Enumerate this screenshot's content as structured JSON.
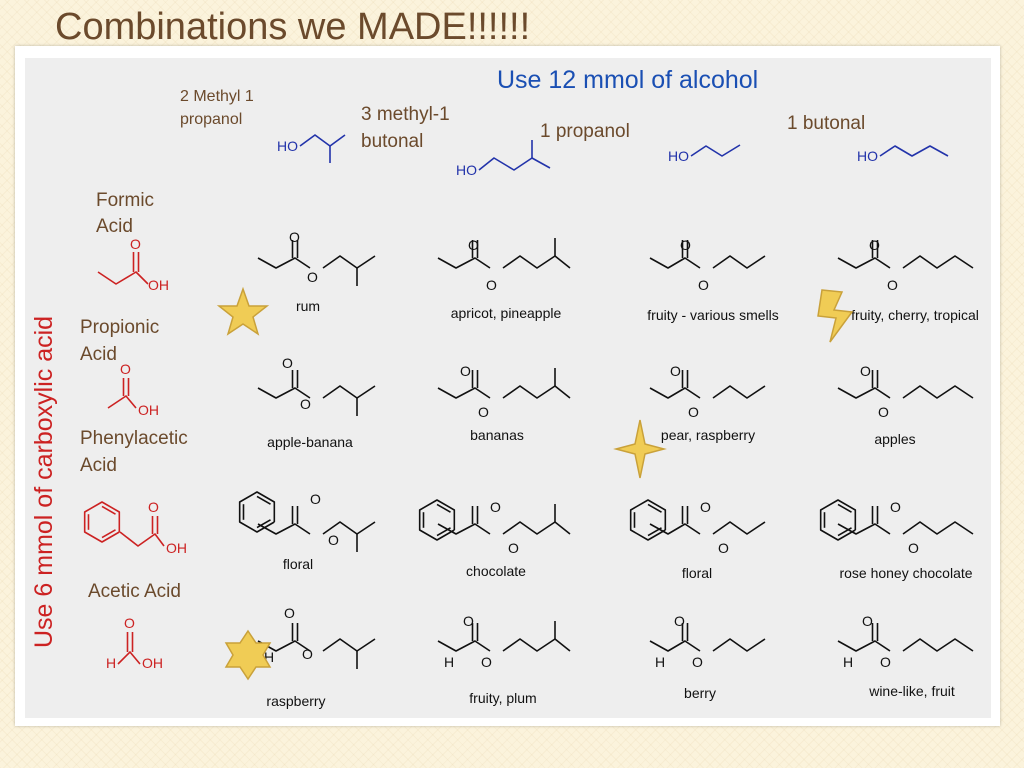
{
  "slide_title": "Combinations we MADE!!!!!!",
  "header": {
    "alcohol_note": "Use 12 mmol of alcohol",
    "acid_note": "Use 6 mmol of carboxylic acid"
  },
  "alcohols": [
    {
      "line1": "2 Methyl 1",
      "line2": "propanol"
    },
    {
      "line1": "3 methyl-1",
      "line2": "butonal"
    },
    {
      "line1": "1 propanol",
      "line2": ""
    },
    {
      "line1": "1 butonal",
      "line2": ""
    }
  ],
  "acids": [
    {
      "line1": "Formic",
      "line2": "Acid"
    },
    {
      "line1": "Propionic",
      "line2": "Acid"
    },
    {
      "line1": "Phenylacetic",
      "line2": "Acid"
    },
    {
      "line1": "Acetic Acid",
      "line2": ""
    }
  ],
  "atoms": {
    "HO": "HO",
    "O": "O",
    "OH": "OH",
    "H": "H"
  },
  "smells": [
    [
      "rum",
      "apricot, pineapple",
      "fruity - various smells",
      "fruity, cherry, tropical"
    ],
    [
      "apple-banana",
      "bananas",
      "pear, raspberry",
      "apples"
    ],
    [
      "floral",
      "chocolate",
      "floral",
      "rose honey chocolate"
    ],
    [
      "raspberry",
      "fruity, plum",
      "berry",
      "wine-like, fruit"
    ]
  ],
  "colors": {
    "alcohol": "#2233aa",
    "acid": "#cc2222",
    "ester": "#111111",
    "label": "#6b4a2c",
    "header": "#1a4fb3",
    "star": "#f0cc55"
  }
}
